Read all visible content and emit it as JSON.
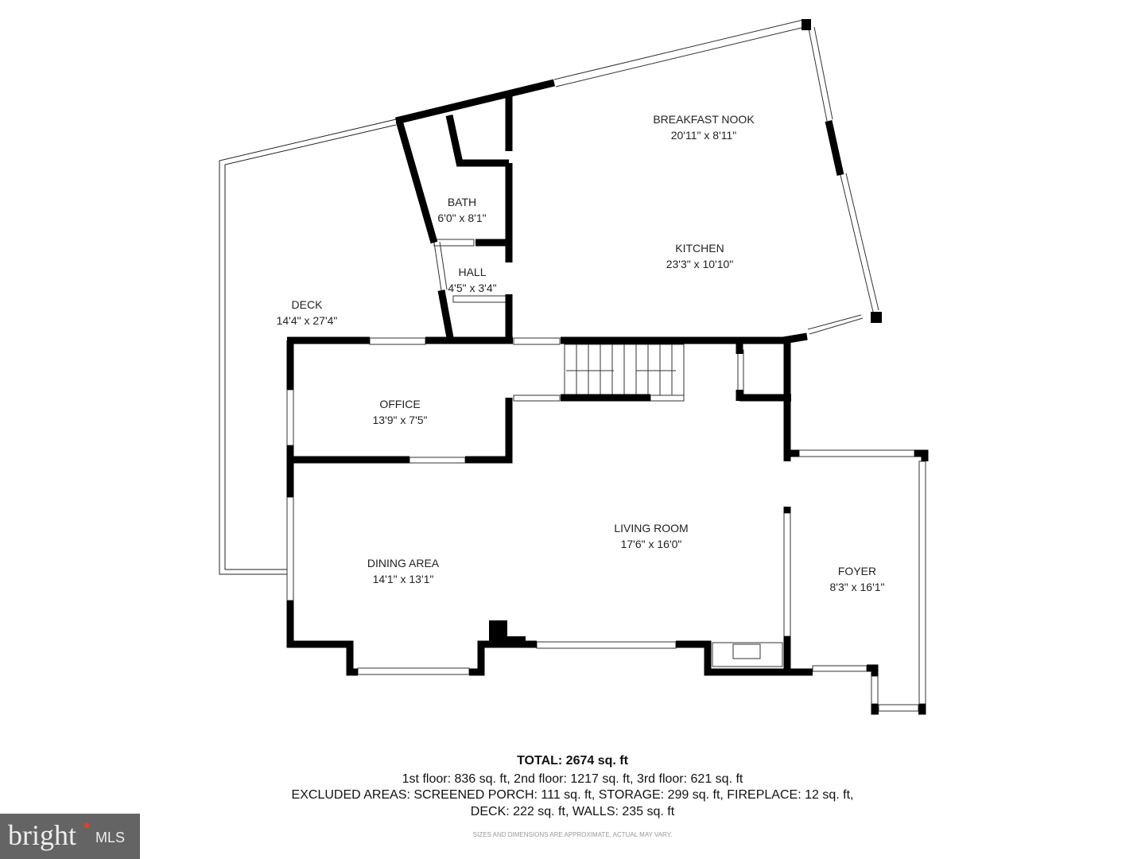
{
  "rooms": [
    {
      "name": "BREAKFAST NOOK",
      "size": "20'11\" x 8'11\""
    },
    {
      "name": "BATH",
      "size": "6'0\" x 8'1\""
    },
    {
      "name": "KITCHEN",
      "size": "23'3\" x 10'10\""
    },
    {
      "name": "HALL",
      "size": "4'5\" x 3'4\""
    },
    {
      "name": "DECK",
      "size": "14'4\" x 27'4\""
    },
    {
      "name": "OFFICE",
      "size": "13'9\" x 7'5\""
    },
    {
      "name": "LIVING ROOM",
      "size": "17'6\" x 16'0\""
    },
    {
      "name": "DINING AREA",
      "size": "14'1\" x 13'1\""
    },
    {
      "name": "FOYER",
      "size": "8'3\" x 16'1\""
    }
  ],
  "summary": {
    "total": "TOTAL: 2674 sq. ft",
    "floors": "1st floor: 836 sq. ft, 2nd floor: 1217 sq. ft, 3rd floor: 621 sq. ft",
    "excluded_1": "EXCLUDED AREAS: SCREENED PORCH: 111 sq. ft, STORAGE: 299 sq. ft, FIREPLACE: 12 sq. ft,",
    "excluded_2": "DECK: 222 sq. ft, WALLS: 235 sq. ft",
    "disclaimer": "SIZES AND DIMENSIONS ARE APPROXIMATE, ACTUAL MAY VARY."
  },
  "logo": {
    "brand": "bright MLS",
    "colors": {
      "background": "#646464",
      "accent": "#d9432b"
    }
  }
}
